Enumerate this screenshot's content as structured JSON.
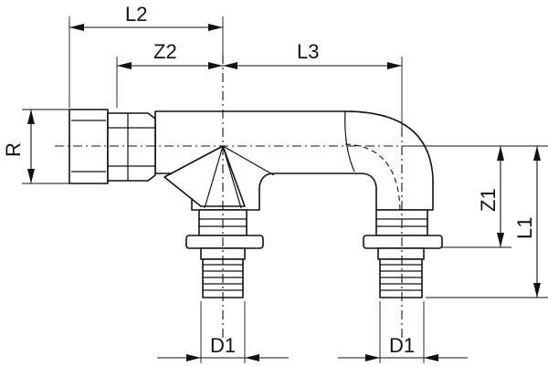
{
  "labels": {
    "l2": "L2",
    "z2": "Z2",
    "l3": "L3",
    "r": "R",
    "z1": "Z1",
    "l1": "L1",
    "d1_left": "D1",
    "d1_right": "D1"
  }
}
